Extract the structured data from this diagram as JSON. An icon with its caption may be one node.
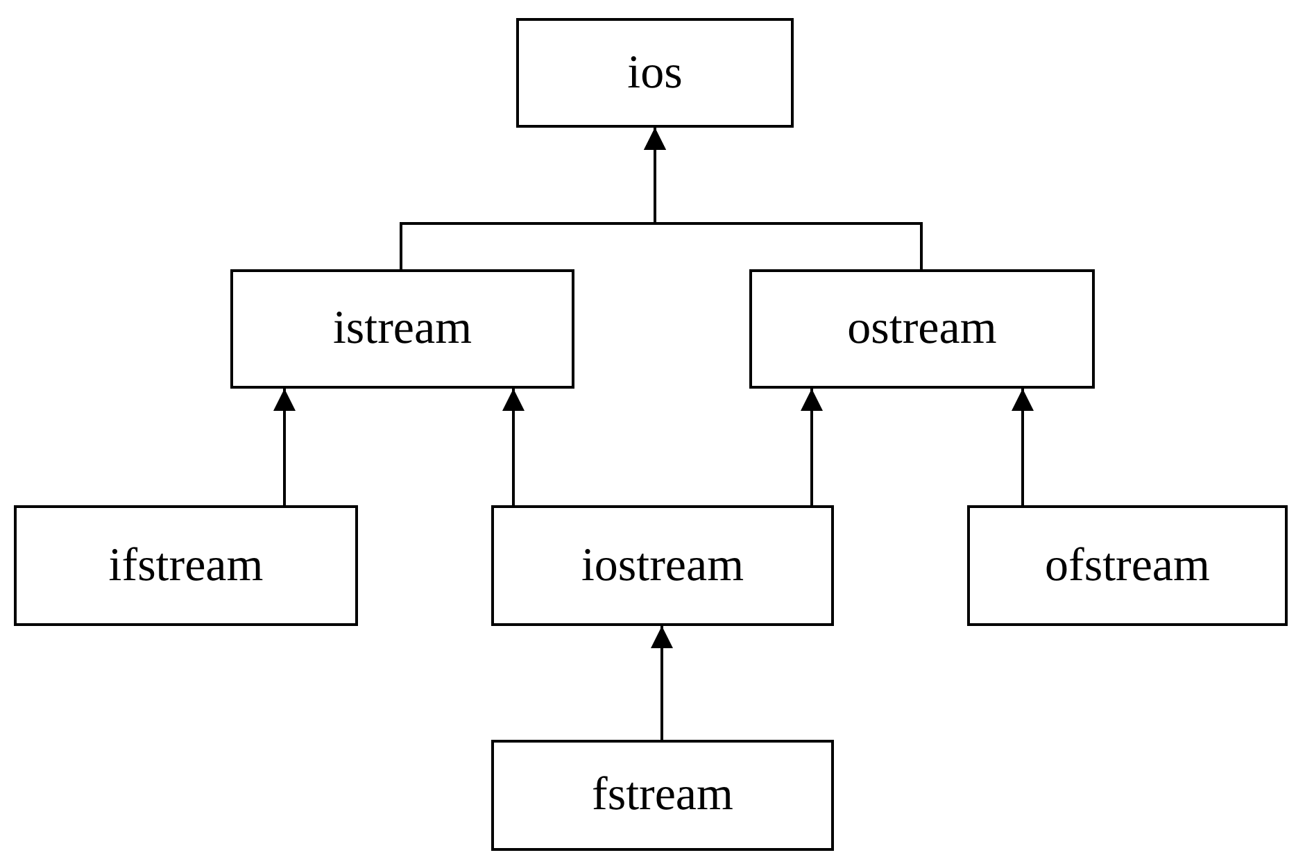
{
  "diagram": {
    "nodes": [
      {
        "text": [
          "ios"
        ]
      },
      {
        "text": [
          "istream"
        ]
      },
      {
        "text": [
          "ostream"
        ]
      },
      {
        "text": [
          "ifstream"
        ]
      },
      {
        "text": [
          "iostream"
        ]
      },
      {
        "text": [
          "ofstream"
        ]
      },
      {
        "text": [
          "fstream"
        ]
      }
    ],
    "edges": [
      {
        "from": 1,
        "to": 0,
        "arrow": "to"
      },
      {
        "from": 2,
        "to": 0,
        "arrow": "to"
      },
      {
        "from": 3,
        "to": 1,
        "arrow": "to"
      },
      {
        "from": 4,
        "to": 1,
        "arrow": "to"
      },
      {
        "from": 4,
        "to": 2,
        "arrow": "to"
      },
      {
        "from": 5,
        "to": 2,
        "arrow": "to"
      },
      {
        "from": 6,
        "to": 4,
        "arrow": "to"
      }
    ]
  }
}
